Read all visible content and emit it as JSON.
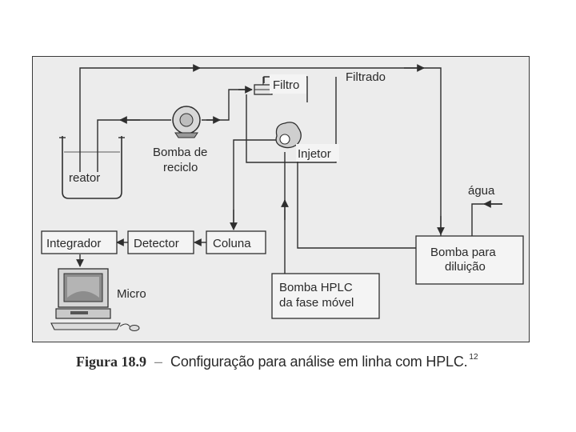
{
  "diagram": {
    "nodes": {
      "reator": "reator",
      "bomba_reciclo": [
        "Bomba de",
        "reciclo"
      ],
      "filtro": "Filtro",
      "filtrado": "Filtrado",
      "injetor": "Injetor",
      "agua": "água",
      "bomba_diluicao": [
        "Bomba para",
        "diluição"
      ],
      "bomba_hplc": [
        "Bomba HPLC",
        "da fase móvel"
      ],
      "coluna": "Coluna",
      "detector": "Detector",
      "integrador": "Integrador",
      "micro": "Micro"
    },
    "colors": {
      "line": "#2e2e2e",
      "box_fill": "#f4f4f4",
      "frame_fill": "#ececec"
    }
  },
  "caption": {
    "label": "Figura 18.9",
    "dash": "–",
    "text": "Configuração para análise em linha com HPLC.",
    "ref": "12"
  }
}
